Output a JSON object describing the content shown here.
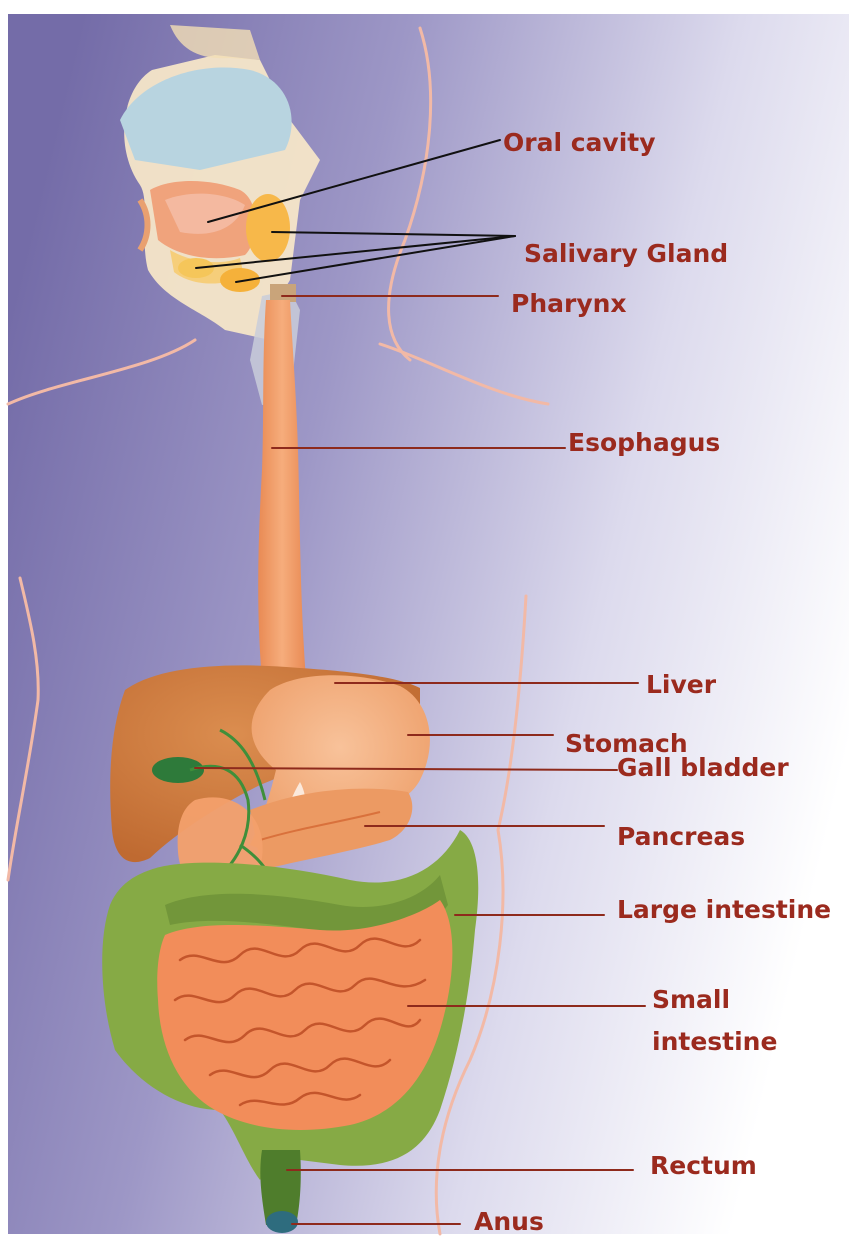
{
  "colors": {
    "label_text": "#9b2a1e",
    "leader_line": "#8e2a1c",
    "background_dark": "#7a72ad",
    "background_light": "#ffffff",
    "orange_organ": "#f2975f",
    "liver": "#cf7a3e",
    "intestine_green": "#7ba23c",
    "rectum_green": "#4e7f2c",
    "anus_teal": "#2e6c7e",
    "body_outline": "#f5bfae"
  },
  "labels": {
    "oral_cavity": "Oral cavity",
    "salivary_gland": "Salivary Gland",
    "pharynx": "Pharynx",
    "esophagus": "Esophagus",
    "liver": "Liver",
    "stomach": "Stomach",
    "gall_bladder": "Gall bladder",
    "pancreas": "Pancreas",
    "large_intestine": "Large intestine",
    "small_intestine_line1": "Small",
    "small_intestine_line2": "intestine",
    "rectum": "Rectum",
    "anus": "Anus"
  }
}
